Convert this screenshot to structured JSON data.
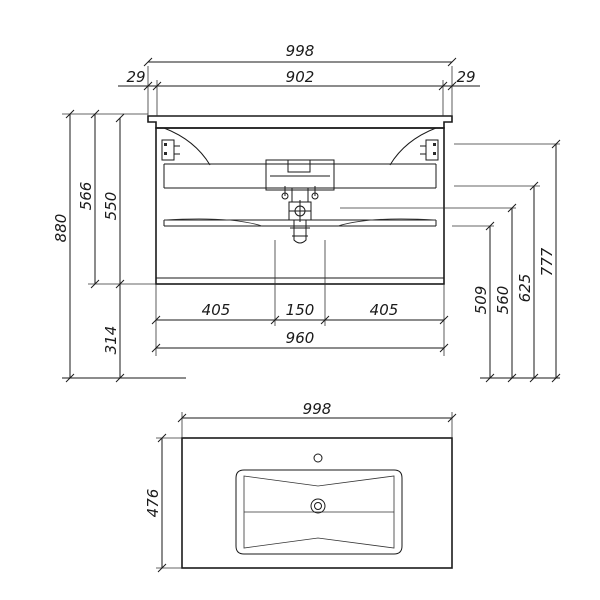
{
  "front_view": {
    "dims": {
      "overall_width": "998",
      "inner_width": "902",
      "left_offset": "29",
      "right_offset": "29",
      "seg_left": "405",
      "seg_mid": "150",
      "seg_right": "405",
      "base_width": "960",
      "height_total": "880",
      "height_566": "566",
      "height_550": "550",
      "height_314": "314",
      "height_509": "509",
      "height_560": "560",
      "height_625": "625",
      "height_777": "777"
    }
  },
  "top_view": {
    "dims": {
      "width": "998",
      "depth": "476"
    }
  }
}
